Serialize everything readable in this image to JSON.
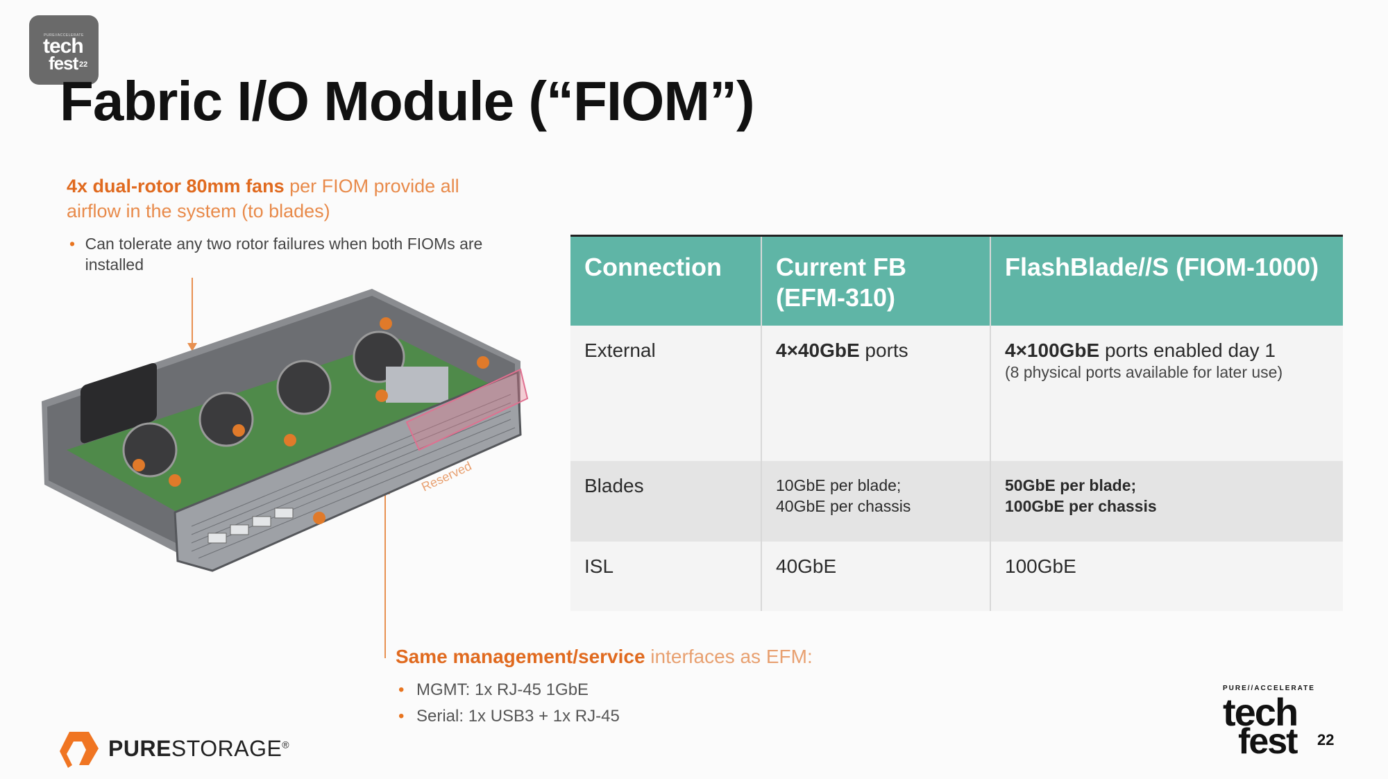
{
  "corner_badge": {
    "tiny": "PURE//ACCELERATE",
    "word1": "tech",
    "word2": "fest",
    "suffix": "22"
  },
  "title": "Fabric I/O Module (“FIOM”)",
  "fan_note": {
    "bold": "4x dual-rotor 80mm fans",
    "rest": " per FIOM provide all airflow in the system (to blades)",
    "bullet": "Can tolerate any two rotor failures when both FIOMs are installed"
  },
  "hardware": {
    "reserved_label": "Reserved"
  },
  "table": {
    "headers": [
      "Connection",
      "Current FB (EFM-310)",
      "FlashBlade//S (FIOM-1000)"
    ],
    "rows": [
      {
        "label": "External",
        "current_bold": "4×40GbE",
        "current_rest": " ports",
        "new_bold": "4×100GbE",
        "new_rest": " ports enabled day 1",
        "new_note": "(8 physical ports available for later use)"
      },
      {
        "label": "Blades",
        "current_line1": "10GbE per blade;",
        "current_line2": "40GbE per chassis",
        "new_line1": "50GbE per blade;",
        "new_line2": "100GbE per chassis"
      },
      {
        "label": "ISL",
        "current": "40GbE",
        "new": "100GbE"
      }
    ]
  },
  "mgmt": {
    "bold": "Same management/service",
    "rest": " interfaces as EFM:",
    "items": [
      "MGMT: 1x RJ-45 1GbE",
      "Serial: 1x USB3 + 1x RJ-45"
    ]
  },
  "pure_logo": {
    "bold": "PURE",
    "rest": "STORAGE",
    "mark": "®"
  },
  "brand_logo": {
    "tiny": "PURE//ACCELERATE",
    "word1": "tech",
    "word2": "fest",
    "suffix": "22"
  },
  "colors": {
    "accent_orange": "#e06a1f",
    "header_teal": "#5fb5a6"
  }
}
